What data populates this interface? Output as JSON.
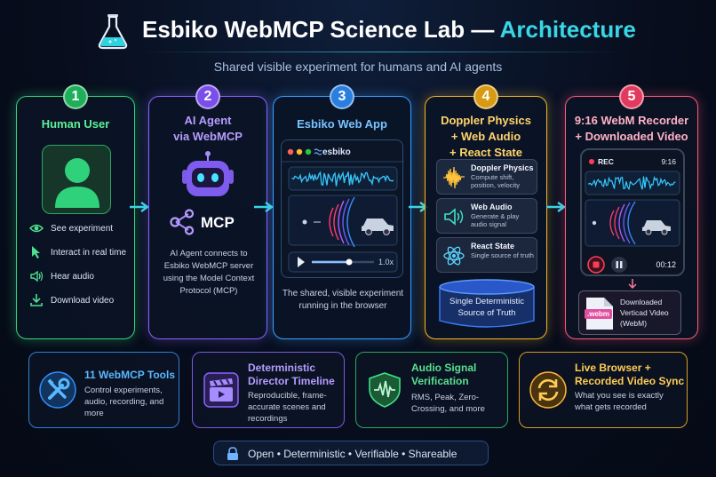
{
  "header": {
    "title_main": "Esbiko WebMCP Science Lab",
    "title_dash": " — ",
    "title_accent": "Architecture",
    "subtitle": "Shared visible experiment for humans and AI agents"
  },
  "steps": [
    {
      "number": "1",
      "title": "Human User",
      "features": [
        "See experiment",
        "Interact in real time",
        "Hear audio",
        "Download video"
      ]
    },
    {
      "number": "2",
      "title_line1": "AI Agent",
      "title_line2": "via WebMCP",
      "mcp_label": "MCP",
      "description": "AI Agent connects to Esbiko WebMCP server using the Model Context Protocol (MCP)"
    },
    {
      "number": "3",
      "title": "Esbiko Web App",
      "brand": "esbiko",
      "speed": "1.0x",
      "description": "The shared, visible experiment running in the browser"
    },
    {
      "number": "4",
      "title_line1": "Doppler Physics",
      "title_line2": "+ Web Audio",
      "title_line3": "+ React State",
      "subcards": [
        {
          "title": "Doppler Physics",
          "desc": "Compute shift, position, velocity"
        },
        {
          "title": "Web Audio",
          "desc": "Generate & play audio signal"
        },
        {
          "title": "React State",
          "desc": "Single source of truth"
        }
      ],
      "db_line1": "Single Deterministic",
      "db_line2": "Source of Truth"
    },
    {
      "number": "5",
      "title_line1": "9:16 WebM Recorder",
      "title_line2": "+ Downloaded Video",
      "rec_label": "REC",
      "rec_time": "9:16",
      "elapsed": "00:12",
      "file_tag": ".webm",
      "download_text": "Downloaded Verticad Video (WebM)"
    }
  ],
  "features": [
    {
      "title": "11 WebMCP Tools",
      "desc": "Control experiments, audio, recording, and more"
    },
    {
      "title": "Deterministic Director Timeline",
      "desc": "Reproducible, frame-accurate scenes and recordings"
    },
    {
      "title": "Audio Signal Verification",
      "desc": "RMS, Peak, Zero-Crossing, and more"
    },
    {
      "title": "Live Browser + Recorded Video Sync",
      "desc": "What you see is exactly what gets recorded"
    }
  ],
  "footer": {
    "tagline": "Open  •  Deterministic  •  Verifiable  •  Shareable"
  },
  "colors": {
    "background": "#070d1c",
    "accent_cyan": "#39d6e6",
    "step1_green": "#35d67a",
    "step2_purple": "#8a63ff",
    "step3_blue": "#3aa0ff",
    "step4_amber": "#f2b52b",
    "step5_pink": "#ff5a7a"
  },
  "icons": [
    "flask-icon",
    "user-avatar-icon",
    "eye-icon",
    "cursor-icon",
    "speaker-icon",
    "download-icon",
    "robot-icon",
    "mcp-share-icon",
    "waveform-icon",
    "car-icon",
    "play-icon",
    "atom-icon",
    "database-icon",
    "record-icon",
    "pause-icon",
    "file-icon",
    "tools-icon",
    "clapperboard-icon",
    "shield-waveform-icon",
    "sync-icon",
    "lock-icon"
  ]
}
